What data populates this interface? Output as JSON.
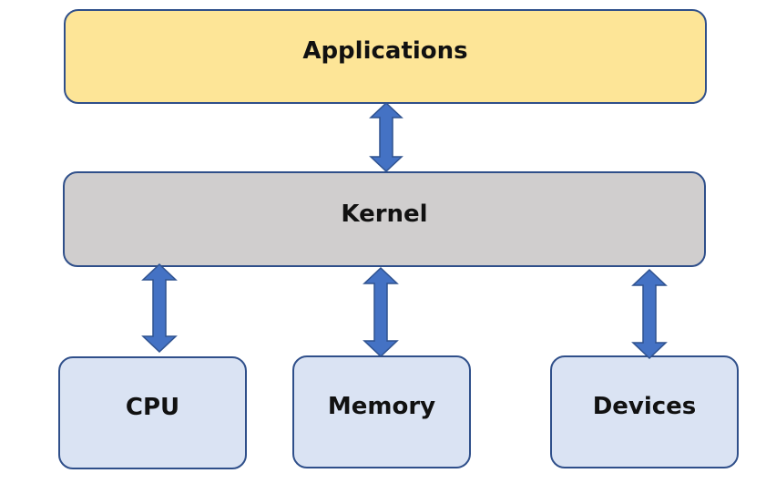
{
  "boxes": {
    "applications": {
      "label": "Applications",
      "fill": "#fde597"
    },
    "kernel": {
      "label": "Kernel",
      "fill": "#d0cece"
    },
    "cpu": {
      "label": "CPU",
      "fill": "#dae3f3"
    },
    "memory": {
      "label": "Memory",
      "fill": "#dae3f3"
    },
    "devices": {
      "label": "Devices",
      "fill": "#dae3f3"
    }
  },
  "colors": {
    "arrow": "#4472c4",
    "arrow_stroke": "#2f528f",
    "border": "#2f4f8a"
  }
}
